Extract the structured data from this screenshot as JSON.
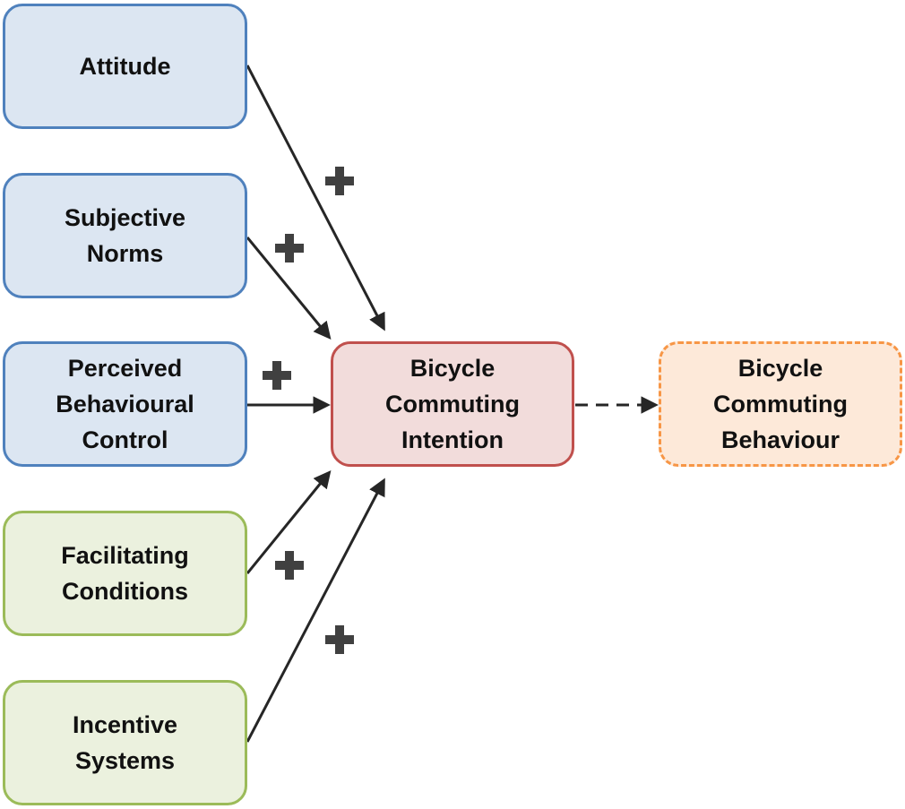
{
  "nodes": {
    "attitude": "Attitude",
    "subjective_norms": "Subjective\nNorms",
    "perceived_behavioural_control": "Perceived\nBehavioural\nControl",
    "facilitating_conditions": "Facilitating\nConditions",
    "incentive_systems": "Incentive\nSystems",
    "bicycle_commuting_intention": "Bicycle\nCommuting\nIntention",
    "bicycle_commuting_behaviour": "Bicycle\nCommuting\nBehaviour"
  },
  "edges": [
    {
      "from": "attitude",
      "to": "bicycle_commuting_intention",
      "sign": "+",
      "style": "solid"
    },
    {
      "from": "subjective_norms",
      "to": "bicycle_commuting_intention",
      "sign": "+",
      "style": "solid"
    },
    {
      "from": "perceived_behavioural_control",
      "to": "bicycle_commuting_intention",
      "sign": "+",
      "style": "solid"
    },
    {
      "from": "facilitating_conditions",
      "to": "bicycle_commuting_intention",
      "sign": "+",
      "style": "solid"
    },
    {
      "from": "incentive_systems",
      "to": "bicycle_commuting_intention",
      "sign": "+",
      "style": "solid"
    },
    {
      "from": "bicycle_commuting_intention",
      "to": "bicycle_commuting_behaviour",
      "sign": "",
      "style": "dashed"
    }
  ],
  "colors": {
    "tpb_fill": "#dce6f2",
    "tpb_border": "#4f81bd",
    "extension_fill": "#ebf1de",
    "extension_border": "#9bbb59",
    "intention_fill": "#f2dcdb",
    "intention_border": "#c0504d",
    "behaviour_fill": "#fde9d9",
    "behaviour_border": "#f79646",
    "arrow": "#262626",
    "plus_sign": "#404040"
  },
  "icons": {
    "positive_effect": "plus-icon"
  }
}
